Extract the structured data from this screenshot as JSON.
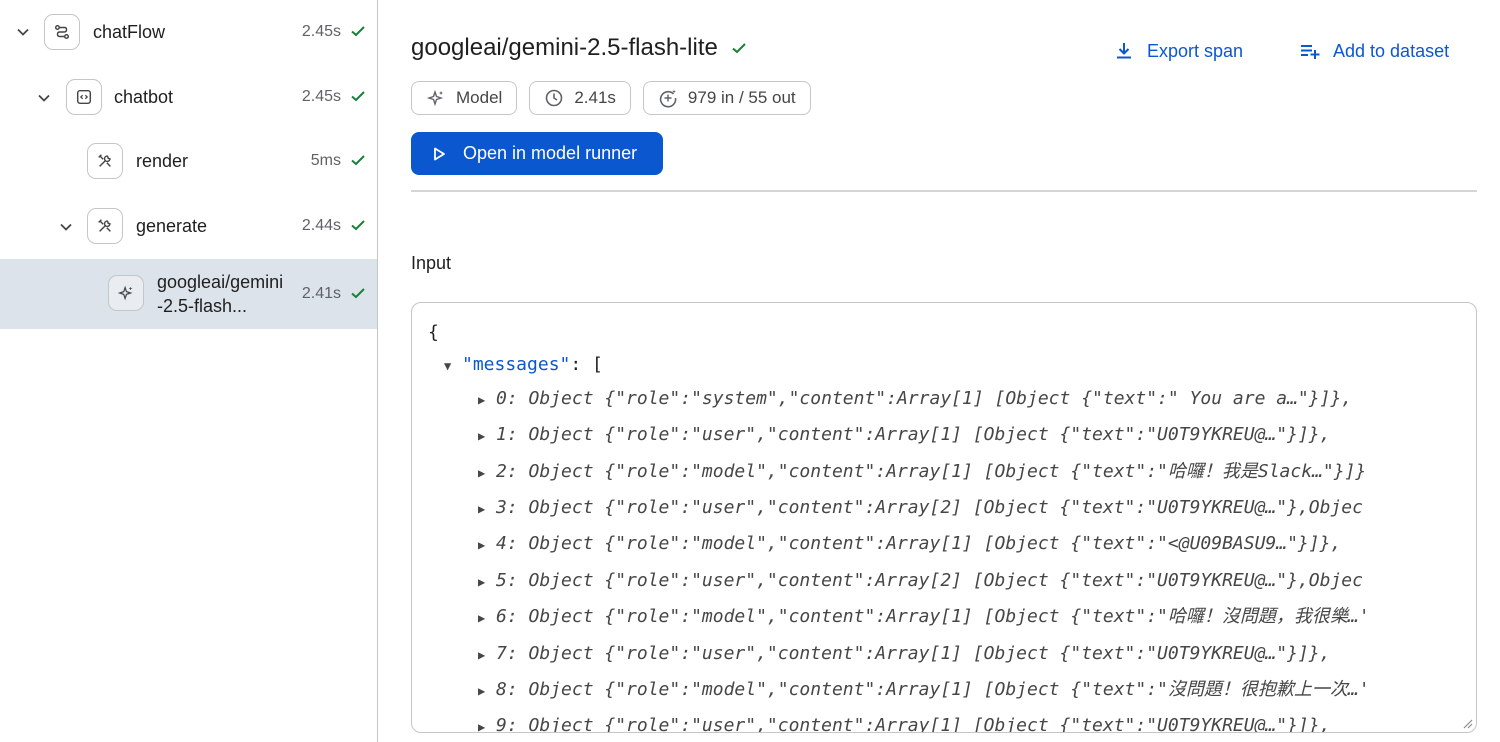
{
  "tree": {
    "nodes": [
      {
        "label": "chatFlow",
        "time": "2.45s",
        "icon": "flow-icon",
        "expanded": true
      },
      {
        "label": "chatbot",
        "time": "2.45s",
        "icon": "code-block-icon",
        "expanded": true
      },
      {
        "label": "render",
        "time": "5ms",
        "icon": "tool-icon"
      },
      {
        "label": "generate",
        "time": "2.44s",
        "icon": "tool-icon",
        "expanded": true
      },
      {
        "label": "googleai/gemini-2.5-flash...",
        "time": "2.41s",
        "icon": "sparkle-icon",
        "selected": true
      }
    ]
  },
  "main": {
    "title": "googleai/gemini-2.5-flash-lite",
    "export_label": "Export span",
    "add_dataset_label": "Add to dataset",
    "chips": {
      "type": "Model",
      "duration": "2.41s",
      "tokens": "979 in / 55 out"
    },
    "open_runner_label": "Open in model runner",
    "input_label": "Input"
  },
  "json_view": {
    "open_brace": "{",
    "key": "\"messages\"",
    "after_key": ": [",
    "rows": [
      "0: Object {\"role\":\"system\",\"content\":Array[1] [Object {\"text\":\" You are a…\"}]},",
      "1: Object {\"role\":\"user\",\"content\":Array[1] [Object {\"text\":\"U0T9YKREU@…\"}]},",
      "2: Object {\"role\":\"model\",\"content\":Array[1] [Object {\"text\":\"哈囉！我是Slack…\"}]}",
      "3: Object {\"role\":\"user\",\"content\":Array[2] [Object {\"text\":\"U0T9YKREU@…\"},Objec",
      "4: Object {\"role\":\"model\",\"content\":Array[1] [Object {\"text\":\"<@U09BASU9…\"}]},",
      "5: Object {\"role\":\"user\",\"content\":Array[2] [Object {\"text\":\"U0T9YKREU@…\"},Objec",
      "6: Object {\"role\":\"model\",\"content\":Array[1] [Object {\"text\":\"哈囉！沒問題，我很樂…'",
      "7: Object {\"role\":\"user\",\"content\":Array[1] [Object {\"text\":\"U0T9YKREU@…\"}]},",
      "8: Object {\"role\":\"model\",\"content\":Array[1] [Object {\"text\":\"沒問題！很抱歉上一次…'",
      "9: Object {\"role\":\"user\",\"content\":Array[1] [Object {\"text\":\"U0T9YKREU@…\"}]},"
    ]
  },
  "colors": {
    "accent": "#0b57d0",
    "success": "#188038",
    "selected_row": "#dde3ea",
    "border": "#c4c7c5"
  }
}
